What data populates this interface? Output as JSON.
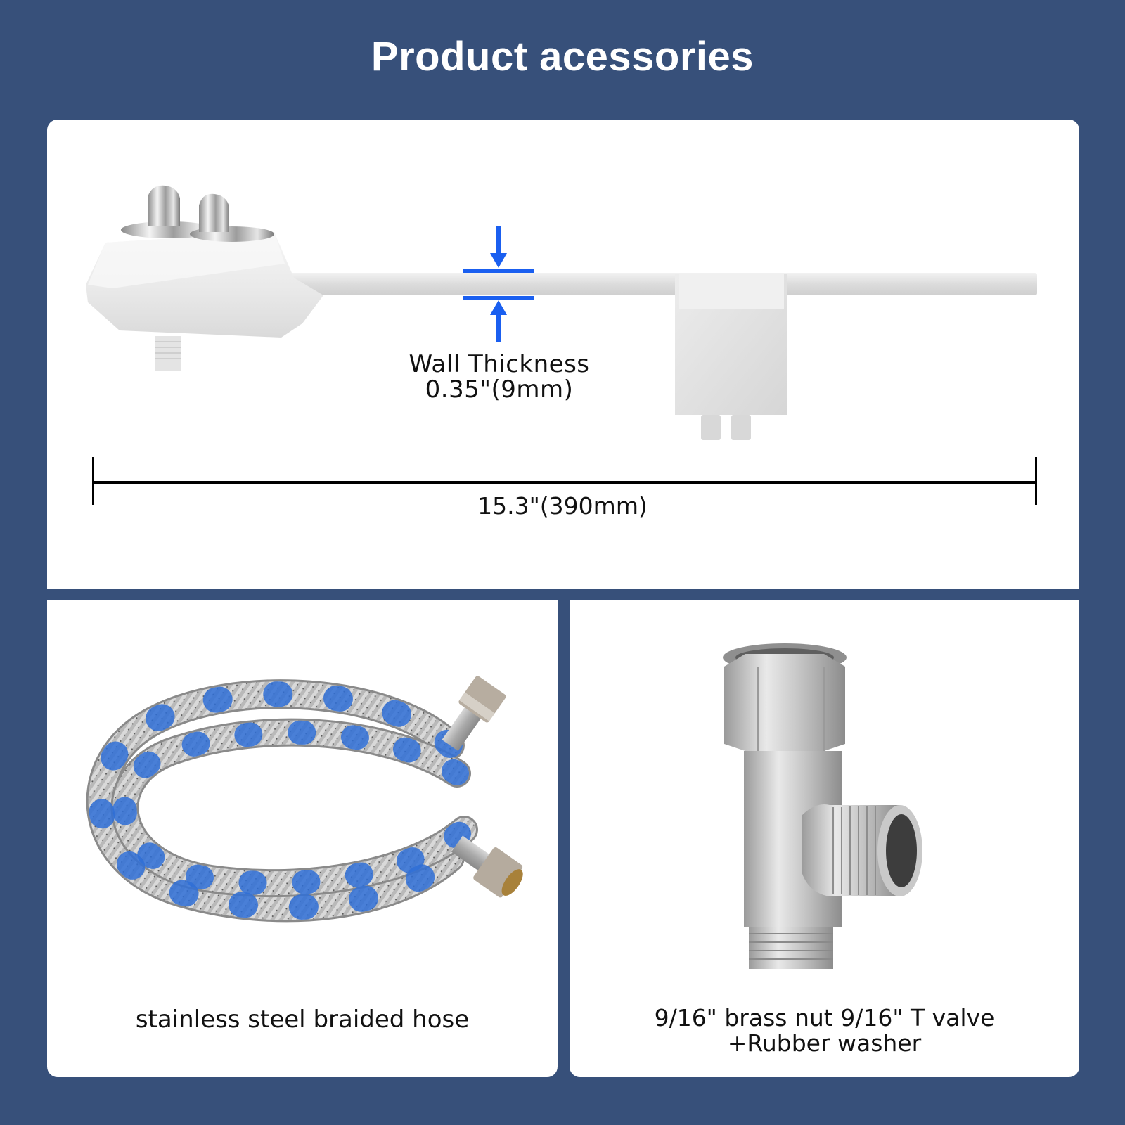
{
  "header": {
    "title": "Product acessories"
  },
  "top_panel": {
    "product": "bidet attachment",
    "wall_thickness": {
      "label": "Wall Thickness",
      "value": "0.35\"(9mm)"
    },
    "length": {
      "value": "15.3\"(390mm)"
    },
    "colors": {
      "dimension_marker": "#1a5ff0",
      "dimension_line": "#000000"
    }
  },
  "accessories": [
    {
      "name": "stainless steel braided hose",
      "icon": "braided-hose-icon"
    },
    {
      "name_line1": "9/16\" brass nut 9/16\" T valve",
      "name_line2": "+Rubber washer",
      "icon": "t-valve-icon"
    }
  ],
  "colors": {
    "background": "#37507a",
    "panel": "#ffffff",
    "text": "#111111"
  }
}
